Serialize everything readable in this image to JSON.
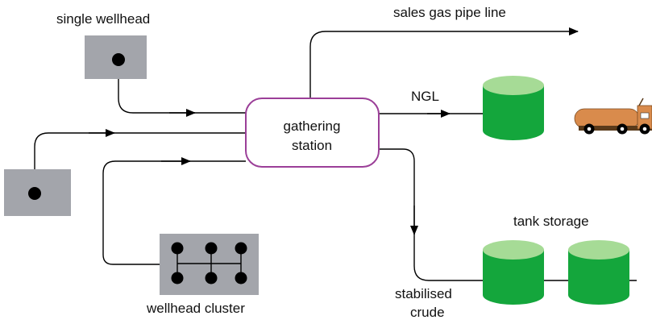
{
  "labels": {
    "single_wellhead": "single wellhead",
    "sales_gas": "sales gas pipe line",
    "ngl": "NGL",
    "gathering_station_line1": "gathering",
    "gathering_station_line2": "station",
    "tank_storage": "tank storage",
    "stabilised_line1": "stabilised",
    "stabilised_line2": "crude",
    "wellhead_cluster": "wellhead cluster"
  },
  "colors": {
    "wellhead_box": "#a3a5ab",
    "wellhead_dot": "#000000",
    "station_border": "#9b3f98",
    "tank_body": "#14a63c",
    "tank_top": "#a6db96",
    "truck_body": "#d98b4c",
    "flow_line": "#000000"
  },
  "icons": {
    "truck": "tanker-truck-icon"
  }
}
